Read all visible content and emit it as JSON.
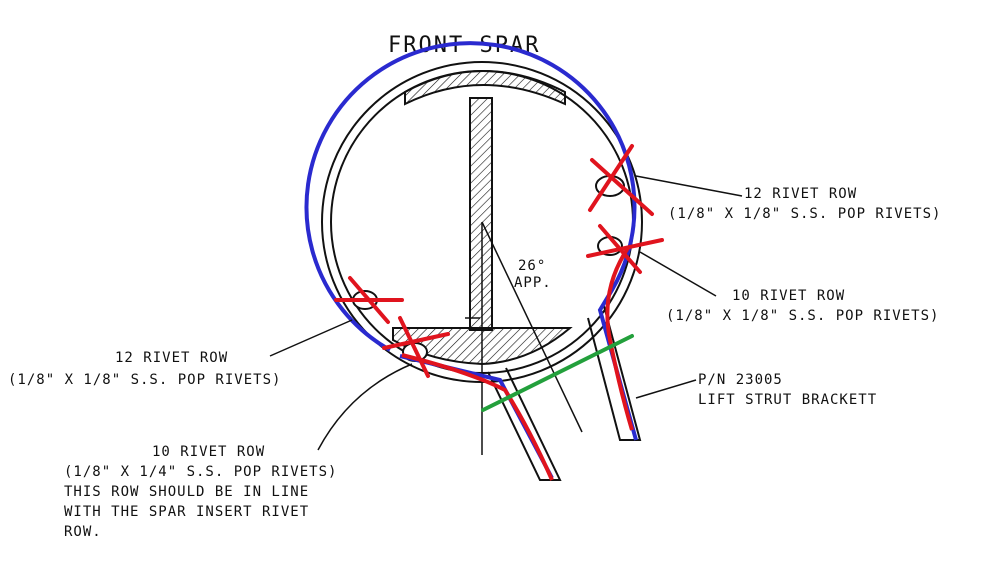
{
  "title": "FRONT SPAR",
  "angle": {
    "value": "26°",
    "suffix": "APP."
  },
  "callouts": [
    {
      "id": "upper-right-12",
      "lines": [
        "12 RIVET ROW",
        "(1/8\" X 1/8\" S.S. POP RIVETS)"
      ]
    },
    {
      "id": "right-10",
      "lines": [
        "10 RIVET ROW",
        "(1/8\" X 1/8\" S.S. POP RIVETS)"
      ]
    },
    {
      "id": "left-12",
      "lines": [
        "12 RIVET ROW",
        "(1/8\" X 1/8\" S.S. POP RIVETS)"
      ]
    },
    {
      "id": "lower-left-10",
      "lines": [
        "10 RIVET ROW",
        "(1/8\" X 1/4\" S.S. POP RIVETS)",
        "THIS ROW SHOULD BE IN LINE",
        "WITH THE SPAR INSERT RIVET",
        "ROW."
      ]
    },
    {
      "id": "bracket",
      "lines": [
        "P/N 23005",
        "LIFT STRUT BRACKETT"
      ]
    }
  ],
  "colors": {
    "line": "#111111",
    "markup_blue": "#2a2acf",
    "markup_red": "#e0141e",
    "markup_green": "#23a03c"
  }
}
